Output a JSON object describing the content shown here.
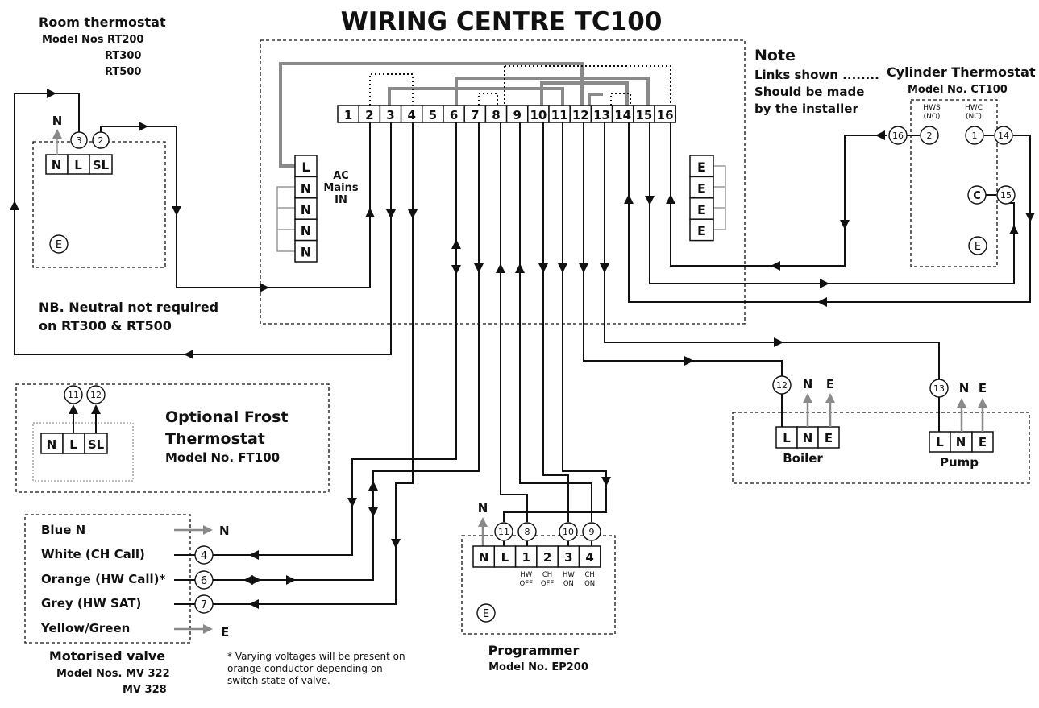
{
  "title": "WIRING CENTRE TC100",
  "note": {
    "heading": "Note",
    "lines": [
      "Links shown ........",
      "Should be made",
      "by the installer"
    ]
  },
  "terminals": [
    "1",
    "2",
    "3",
    "4",
    "5",
    "6",
    "7",
    "8",
    "9",
    "10",
    "11",
    "12",
    "13",
    "14",
    "15",
    "16"
  ],
  "mains": {
    "labels": [
      "L",
      "N",
      "N",
      "N",
      "N"
    ],
    "caption": [
      "AC",
      "Mains",
      "IN"
    ]
  },
  "earths": [
    "E",
    "E",
    "E",
    "E"
  ],
  "room_thermostat": {
    "title": "Room thermostat",
    "models_label": "Model Nos RT200",
    "models_extra": [
      "RT300",
      "RT500"
    ],
    "n_label": "N",
    "circles": [
      "3",
      "2"
    ],
    "terminals": [
      "N",
      "L",
      "SL"
    ],
    "earth": "E"
  },
  "nb_note": [
    "NB. Neutral not required",
    "on RT300 & RT500"
  ],
  "cylinder_thermostat": {
    "title": "Cylinder Thermostat",
    "model": "Model No. CT100",
    "hws": [
      "HWS",
      "(NO)"
    ],
    "hwc": [
      "HWC",
      "(NC)"
    ],
    "circles": [
      "16",
      "2",
      "1",
      "14",
      "C",
      "15"
    ],
    "earth": "E"
  },
  "frost_thermostat": {
    "circles": [
      "11",
      "12"
    ],
    "terminals": [
      "N",
      "L",
      "SL"
    ],
    "title": [
      "Optional Frost",
      "Thermostat"
    ],
    "model": "Model No. FT100"
  },
  "boiler": {
    "circle": "12",
    "n": "N",
    "e": "E",
    "terminals": [
      "L",
      "N",
      "E"
    ],
    "label": "Boiler"
  },
  "pump": {
    "circle": "13",
    "n": "N",
    "e": "E",
    "terminals": [
      "L",
      "N",
      "E"
    ],
    "label": "Pump"
  },
  "motorised_valve": {
    "wires": [
      "Blue N",
      "White (CH Call)",
      "Orange (HW Call)*",
      "Grey (HW SAT)",
      "Yellow/Green"
    ],
    "circles": [
      "4",
      "6",
      "7"
    ],
    "n_out": "N",
    "e_out": "E",
    "title": "Motorised valve",
    "models_label": "Model Nos. MV 322",
    "models_extra": "MV 328"
  },
  "footnote": [
    "* Varying voltages will be present on",
    "orange conductor depending on",
    "switch state of valve."
  ],
  "programmer": {
    "n_label": "N",
    "circles": [
      "11",
      "8",
      "10",
      "9"
    ],
    "terminals": [
      "N",
      "L",
      "1",
      "2",
      "3",
      "4"
    ],
    "sublabels": [
      [
        "HW",
        "OFF"
      ],
      [
        "CH",
        "OFF"
      ],
      [
        "HW",
        "ON"
      ],
      [
        "CH",
        "ON"
      ]
    ],
    "earth": "E",
    "title": "Programmer",
    "model": "Model No. EP200"
  }
}
